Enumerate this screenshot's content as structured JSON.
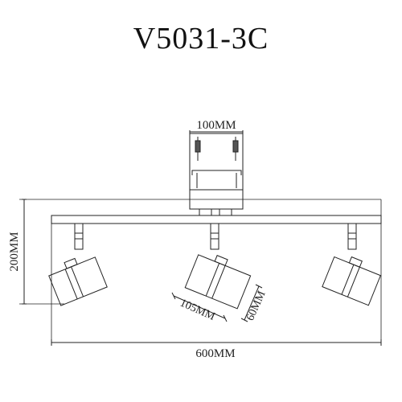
{
  "model": "V5031-3C",
  "dimensions": {
    "mount_width": "100MM",
    "total_height": "200MM",
    "shade_length": "105MM",
    "shade_diameter": "60MM",
    "bar_length": "600MM"
  }
}
